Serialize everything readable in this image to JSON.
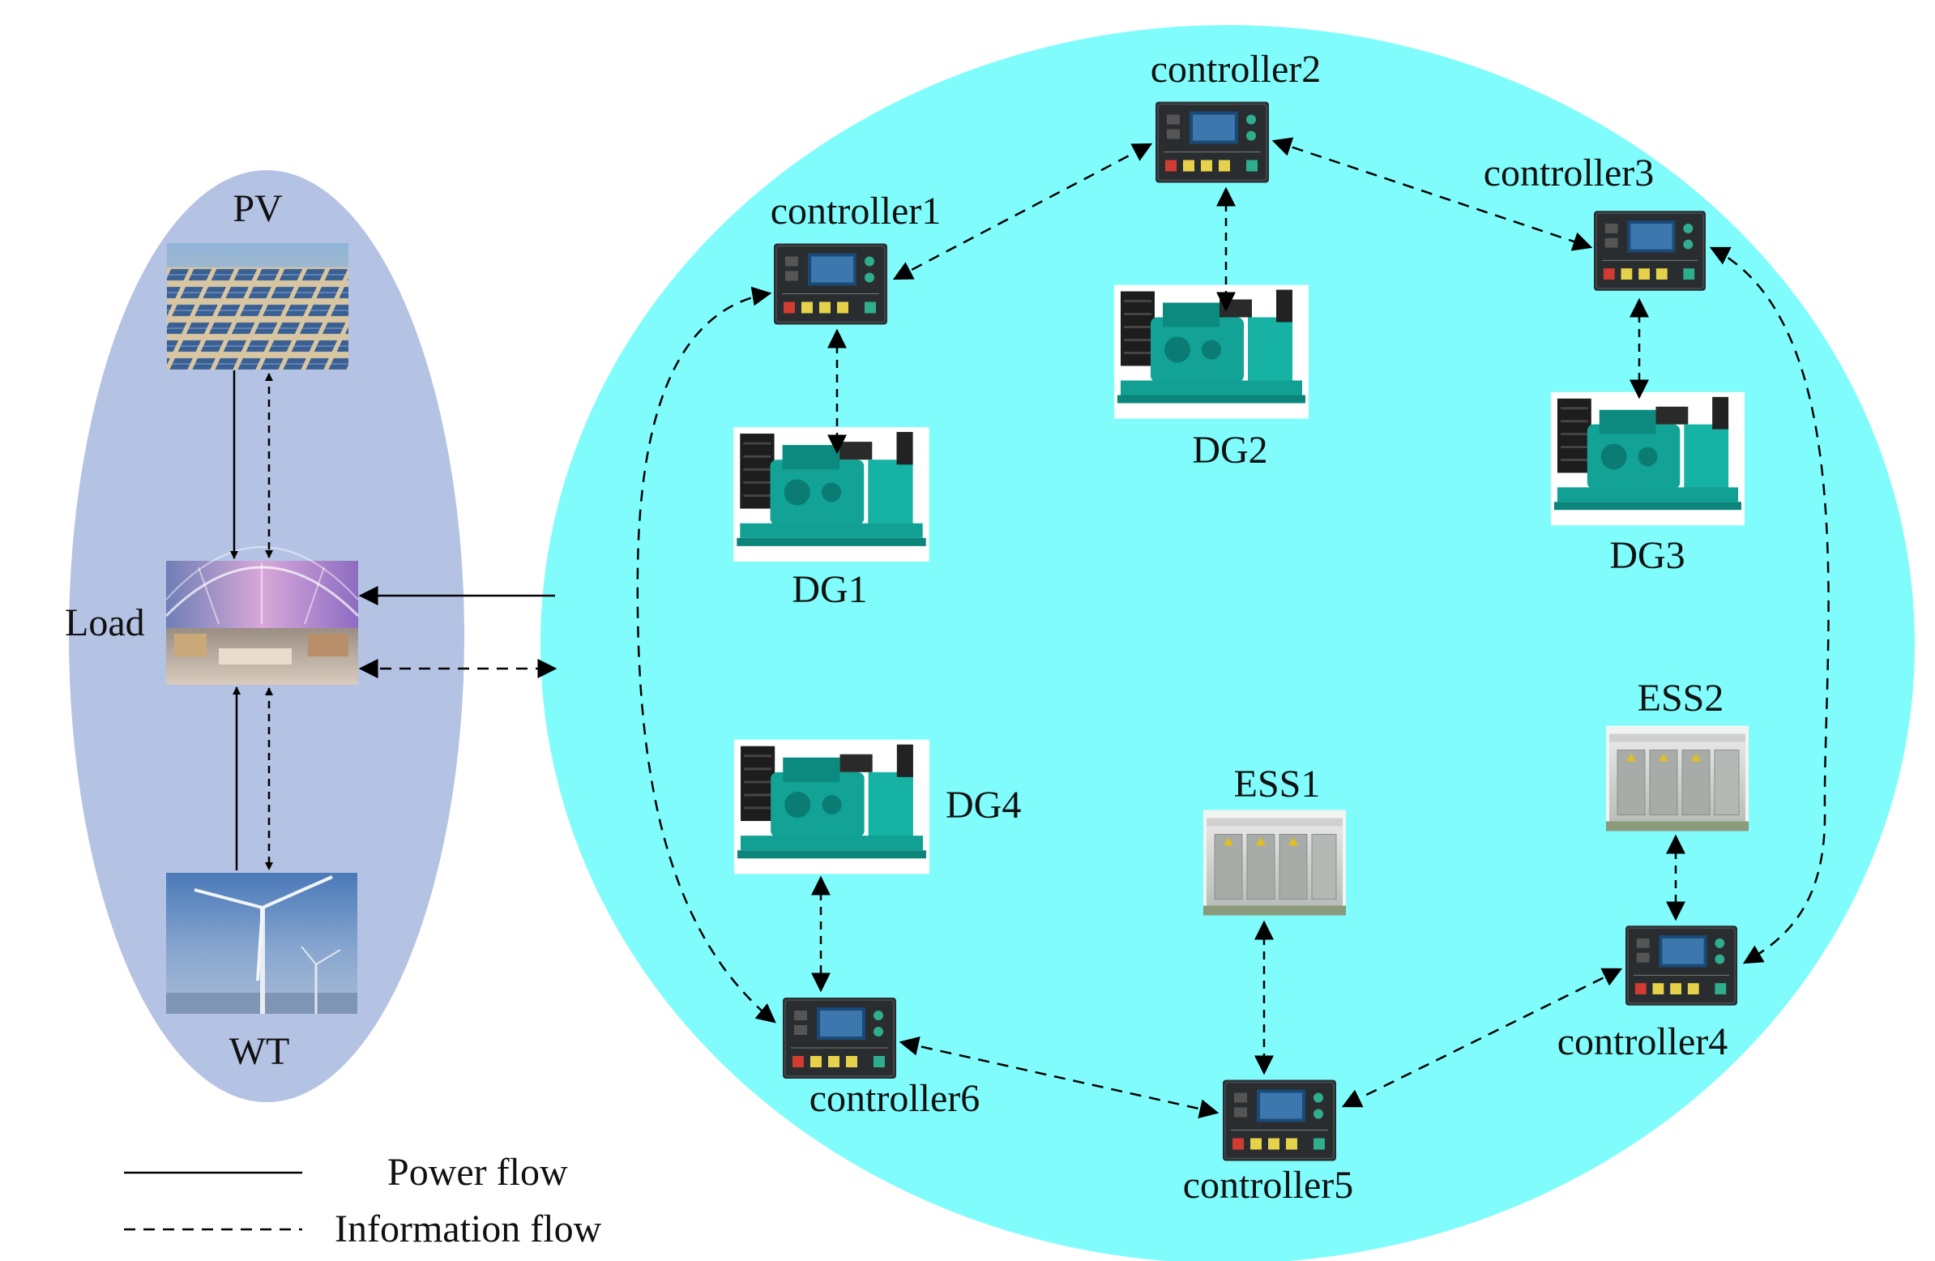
{
  "colors": {
    "left_region": "#b4c3e4",
    "right_region": "#80fcfc",
    "line": "#000000",
    "controller_body": "#2a2d30",
    "controller_screen": "#1a4a78",
    "genset": "#13a99d"
  },
  "left_group": {
    "pv_label": "PV",
    "load_label": "Load",
    "wt_label": "WT"
  },
  "devices": {
    "dg1": "DG1",
    "dg2": "DG2",
    "dg3": "DG3",
    "dg4": "DG4",
    "ess1": "ESS1",
    "ess2": "ESS2"
  },
  "controllers": {
    "c1": "controller1",
    "c2": "controller2",
    "c3": "controller3",
    "c4": "controller4",
    "c5": "controller5",
    "c6": "controller6"
  },
  "legend": {
    "power_flow": "Power flow",
    "information_flow": "Information flow"
  }
}
